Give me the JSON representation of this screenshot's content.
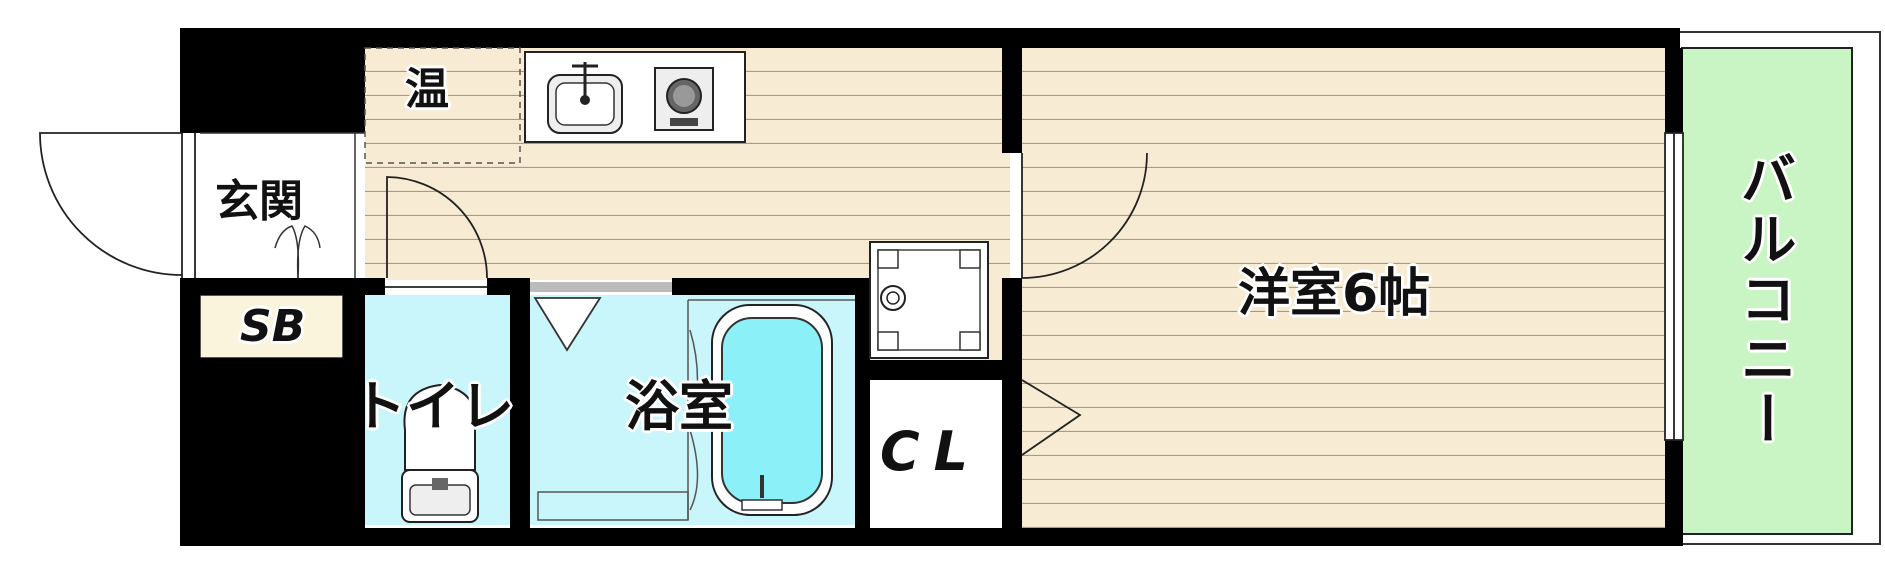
{
  "rooms": {
    "western_room": "洋室6帖",
    "balcony": "バルコニー",
    "bathroom": "浴室",
    "toilet": "トイレ",
    "entrance": "玄関",
    "shoe_box": "SB",
    "closet": "CL",
    "water_heater": "温"
  },
  "colors": {
    "wall": "#000000",
    "floor": "#f7ecd3",
    "floor_lines": "#a89c86",
    "wet_area": "#c9f6fb",
    "bathtub": "#8bf0f7",
    "balcony": "#c8f5c3",
    "entrance_floor": "#ffffff"
  },
  "icons": [
    "sink-icon",
    "stove-icon",
    "washer-pan-icon",
    "toilet-icon",
    "bathtub-icon"
  ]
}
